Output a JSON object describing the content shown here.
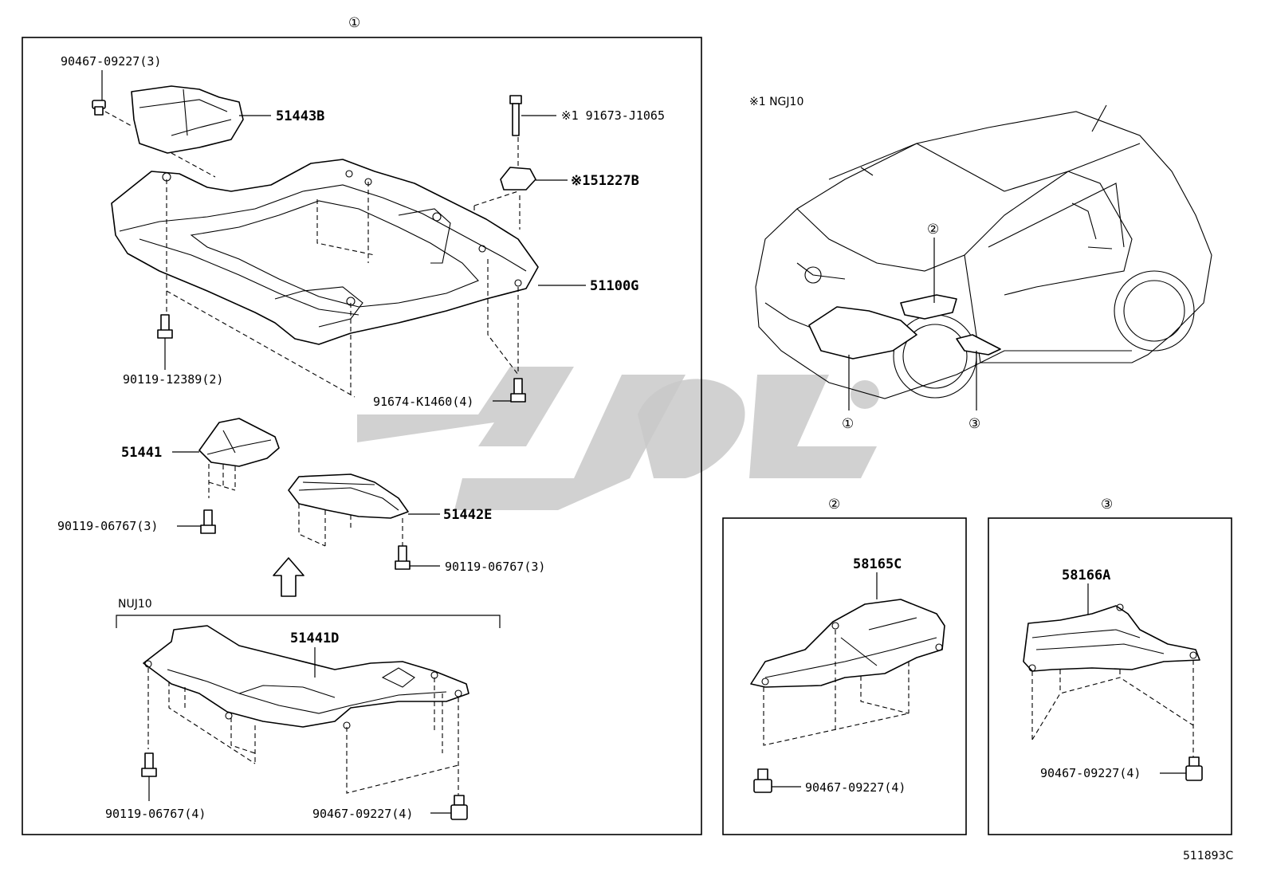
{
  "sections": {
    "main": {
      "marker": "①"
    },
    "sub2": {
      "marker": "②",
      "part": "58165C",
      "fastener": "90467-09227(4)"
    },
    "sub3": {
      "marker": "③",
      "part": "58166A",
      "fastener": "90467-09227(4)"
    }
  },
  "main_parts": {
    "p51443B": "51443B",
    "p51227B": "※151227B",
    "p51100G": "51100G",
    "p51441": "51441",
    "p51442E": "51442E",
    "p51441D": "51441D"
  },
  "main_fasteners": {
    "f90467_top": "90467-09227(3)",
    "f91673": "※1 91673-J1065",
    "f90119_12389": "90119-12389(2)",
    "f91674": "91674-K1460(4)",
    "f90119_06767_a": "90119-06767(3)",
    "f90119_06767_b": "90119-06767(3)",
    "f90119_06767_c": "90119-06767(4)",
    "f90467_bottom": "90467-09227(4)"
  },
  "variant_label": "NUJ10",
  "car_view": {
    "note": "※1  NGJ10",
    "callout_1": "①",
    "callout_2": "②",
    "callout_3": "③"
  },
  "diagram_id": "511893C"
}
